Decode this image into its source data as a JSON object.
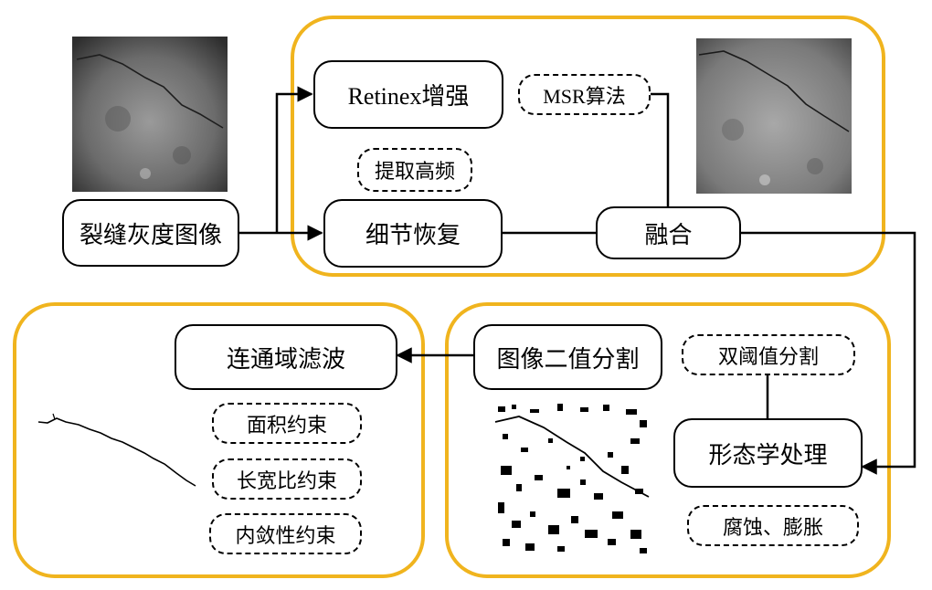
{
  "nodes": {
    "input": "裂缝灰度图像",
    "retinex": "Retinex增强",
    "detail": "细节恢复",
    "fusion": "融合",
    "segment": "图像二值分割",
    "morph": "形态学处理",
    "filter": "连通域滤波"
  },
  "notes": {
    "msr": "MSR算法",
    "high_freq": "提取高频",
    "dual_threshold": "双阈值分割",
    "erode_dilate": "腐蚀、膨胀",
    "area": "面积约束",
    "aspect": "长宽比约束",
    "compactness": "内敛性约束"
  },
  "colors": {
    "panel_border": "#f0b41e",
    "line": "#000000"
  }
}
